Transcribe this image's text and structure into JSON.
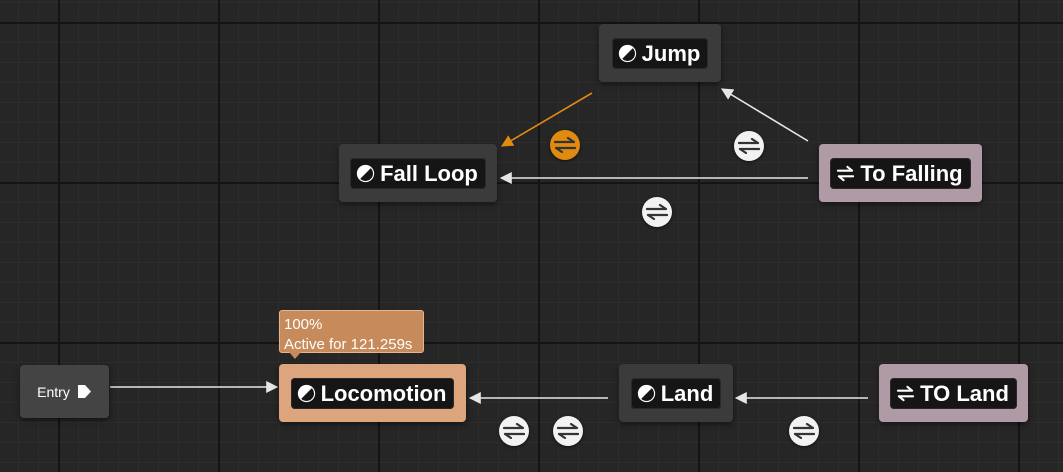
{
  "graph": {
    "colors": {
      "background": "#262626",
      "state_node": "#3b3b3b",
      "conduit_node": "#b09aa5",
      "active_node": "#dca57d",
      "transition_arrow": "#e6e6e6",
      "highlight_arrow": "#e08a10"
    },
    "states": {
      "jump": {
        "label": "Jump",
        "icon": "state-half-circle-icon"
      },
      "fall_loop": {
        "label": "Fall Loop",
        "icon": "state-half-circle-icon"
      },
      "locomotion": {
        "label": "Locomotion",
        "icon": "state-half-circle-icon",
        "active": true
      },
      "land": {
        "label": "Land",
        "icon": "state-half-circle-icon"
      }
    },
    "conduits": {
      "to_falling": {
        "label": "To Falling",
        "icon": "conduit-swap-icon"
      },
      "to_land": {
        "label": "TO Land",
        "icon": "conduit-swap-icon"
      }
    },
    "entry": {
      "label": "Entry",
      "icon": "entry-arrow-icon"
    },
    "active_tooltip": {
      "weight": "100%",
      "active_time": "Active for 121.259s"
    }
  }
}
